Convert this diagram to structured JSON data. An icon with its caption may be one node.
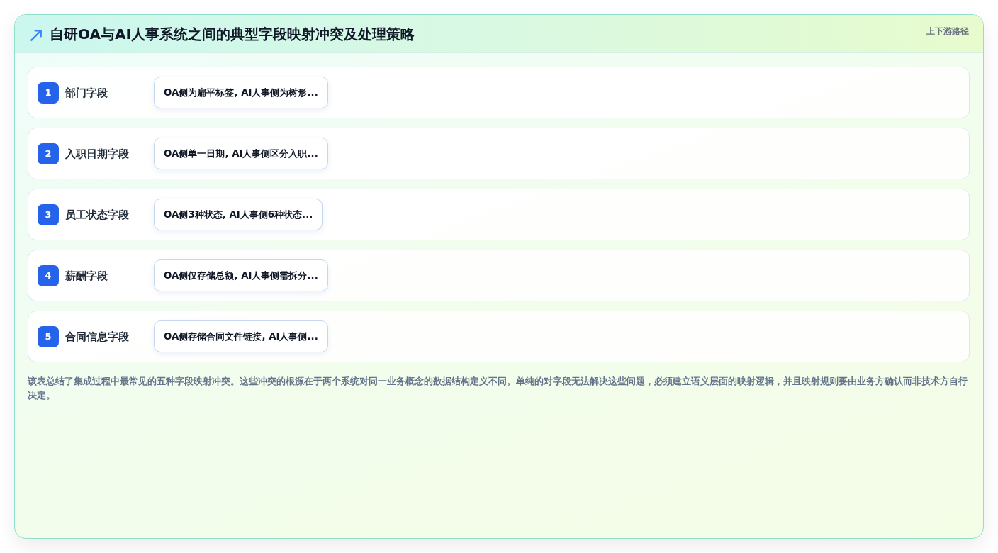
{
  "diagram": {
    "title": "自研OA与AI人事系统之间的典型字段映射冲突及处理策略",
    "nodes": [
      {
        "text": [
          "部门字段"
        ]
      },
      {
        "text": [
          "1"
        ],
        "in": 0
      },
      {
        "text": [
          "OA侧为扁平标签, AI人事侧为树形..."
        ],
        "in": 0
      },
      {
        "text": [
          "入职日期字段"
        ]
      },
      {
        "text": [
          "2"
        ],
        "in": 3
      },
      {
        "text": [
          "OA侧单一日期, AI人事侧区分入职..."
        ],
        "in": 3
      },
      {
        "text": [
          "员工状态字段"
        ]
      },
      {
        "text": [
          "3"
        ],
        "in": 6
      },
      {
        "text": [
          "OA侧3种状态, AI人事侧6种状态..."
        ],
        "in": 6
      },
      {
        "text": [
          "薪酬字段"
        ]
      },
      {
        "text": [
          "4"
        ],
        "in": 9
      },
      {
        "text": [
          "OA侧仅存储总额, AI人事侧需拆分..."
        ],
        "in": 9
      },
      {
        "text": [
          "合同信息字段"
        ]
      },
      {
        "text": [
          "5"
        ],
        "in": 12
      },
      {
        "text": [
          "OA侧存储合同文件链接, AI人事侧..."
        ],
        "in": 12
      }
    ],
    "labels": [
      "上下游路径"
    ],
    "caption": "该表总结了集成过程中最常见的五种字段映射冲突。这些冲突的根源在于两个系统对同一业务概念的数据结构定义不同。单纯的对字段无法解决这些问题，必须建立语义层面的映射逻辑，并且映射规则要由业务方确认而非技术方自行决定。"
  }
}
